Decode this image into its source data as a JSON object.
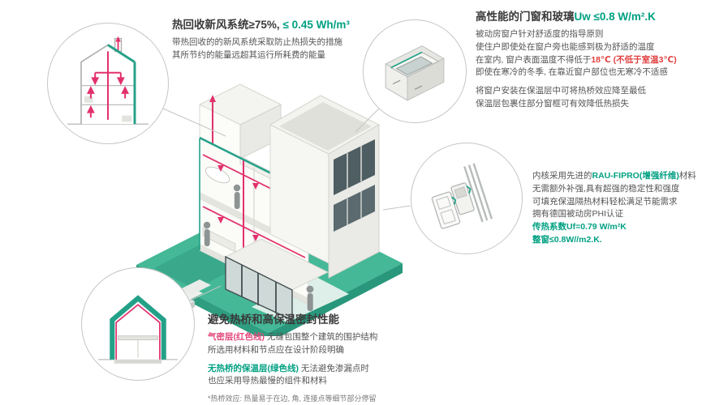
{
  "palette": {
    "accent_green": "#00a082",
    "accent_red": "#e03e3e",
    "accent_pink": "#e2316d",
    "platform_teal": "#44b897"
  },
  "callouts": {
    "ventilation": {
      "title_dark": "热回收新风系统≥75%, ",
      "title_green": "≤ 0.45 Wh/m³",
      "body_line1": "带热回收的的新风系统采取防止热损失的措施",
      "body_line2": "其所节约的能量远超其运行所耗费的能量"
    },
    "windows": {
      "title_dark": "高性能的门窗和玻璃",
      "title_green": "Uw ≤0.8 W/m².K",
      "line1": "被动房窗户针对舒适度的指导原则",
      "line2": "使住户即使处在窗户旁也能感到极为舒适的温度",
      "line3_prefix": "在室内, 窗户表面温度不得低于",
      "line3_red": "18℃ (不低于室温3℃)",
      "line4": "即使在寒冷的冬季, 在靠近窗户部位也无寒冷不适感",
      "line5": "将窗户安装在保温层中可将热桥效应降至最低",
      "line6": "保温层包裹住部分窗框可有效降低热损失"
    },
    "profile": {
      "line1_prefix": "内核采用先进的",
      "line1_green": "RAU-FIPRO(增强纤维)",
      "line1_suffix": "材料",
      "line2": "无需额外补强,具有超强的稳定性和强度",
      "line3": "可填充保温隔热材料轻松满足节能需求",
      "line4": "拥有德国被动房PHI认证",
      "line5_green": "传热系数Uf=0.79 W/m²K",
      "line6_green": "整窗≤0.8W//m2.K."
    },
    "thermal": {
      "title": "避免热桥和高保温密封性能",
      "red_label": "气密层(红色线)",
      "red_line1_rest": " 无缝包围整个建筑的围护结构",
      "red_line2": "所选用材料和节点应在设计阶段明确",
      "green_label": "无热桥的保温层(绿色线)",
      "green_line1_rest": " 无法避免渗漏点时",
      "green_line2": "也应采用导热最慢的组件和材料",
      "footnote": "*热桥效应: 热量易于在边, 角, 连接点等细节部分停留"
    }
  }
}
